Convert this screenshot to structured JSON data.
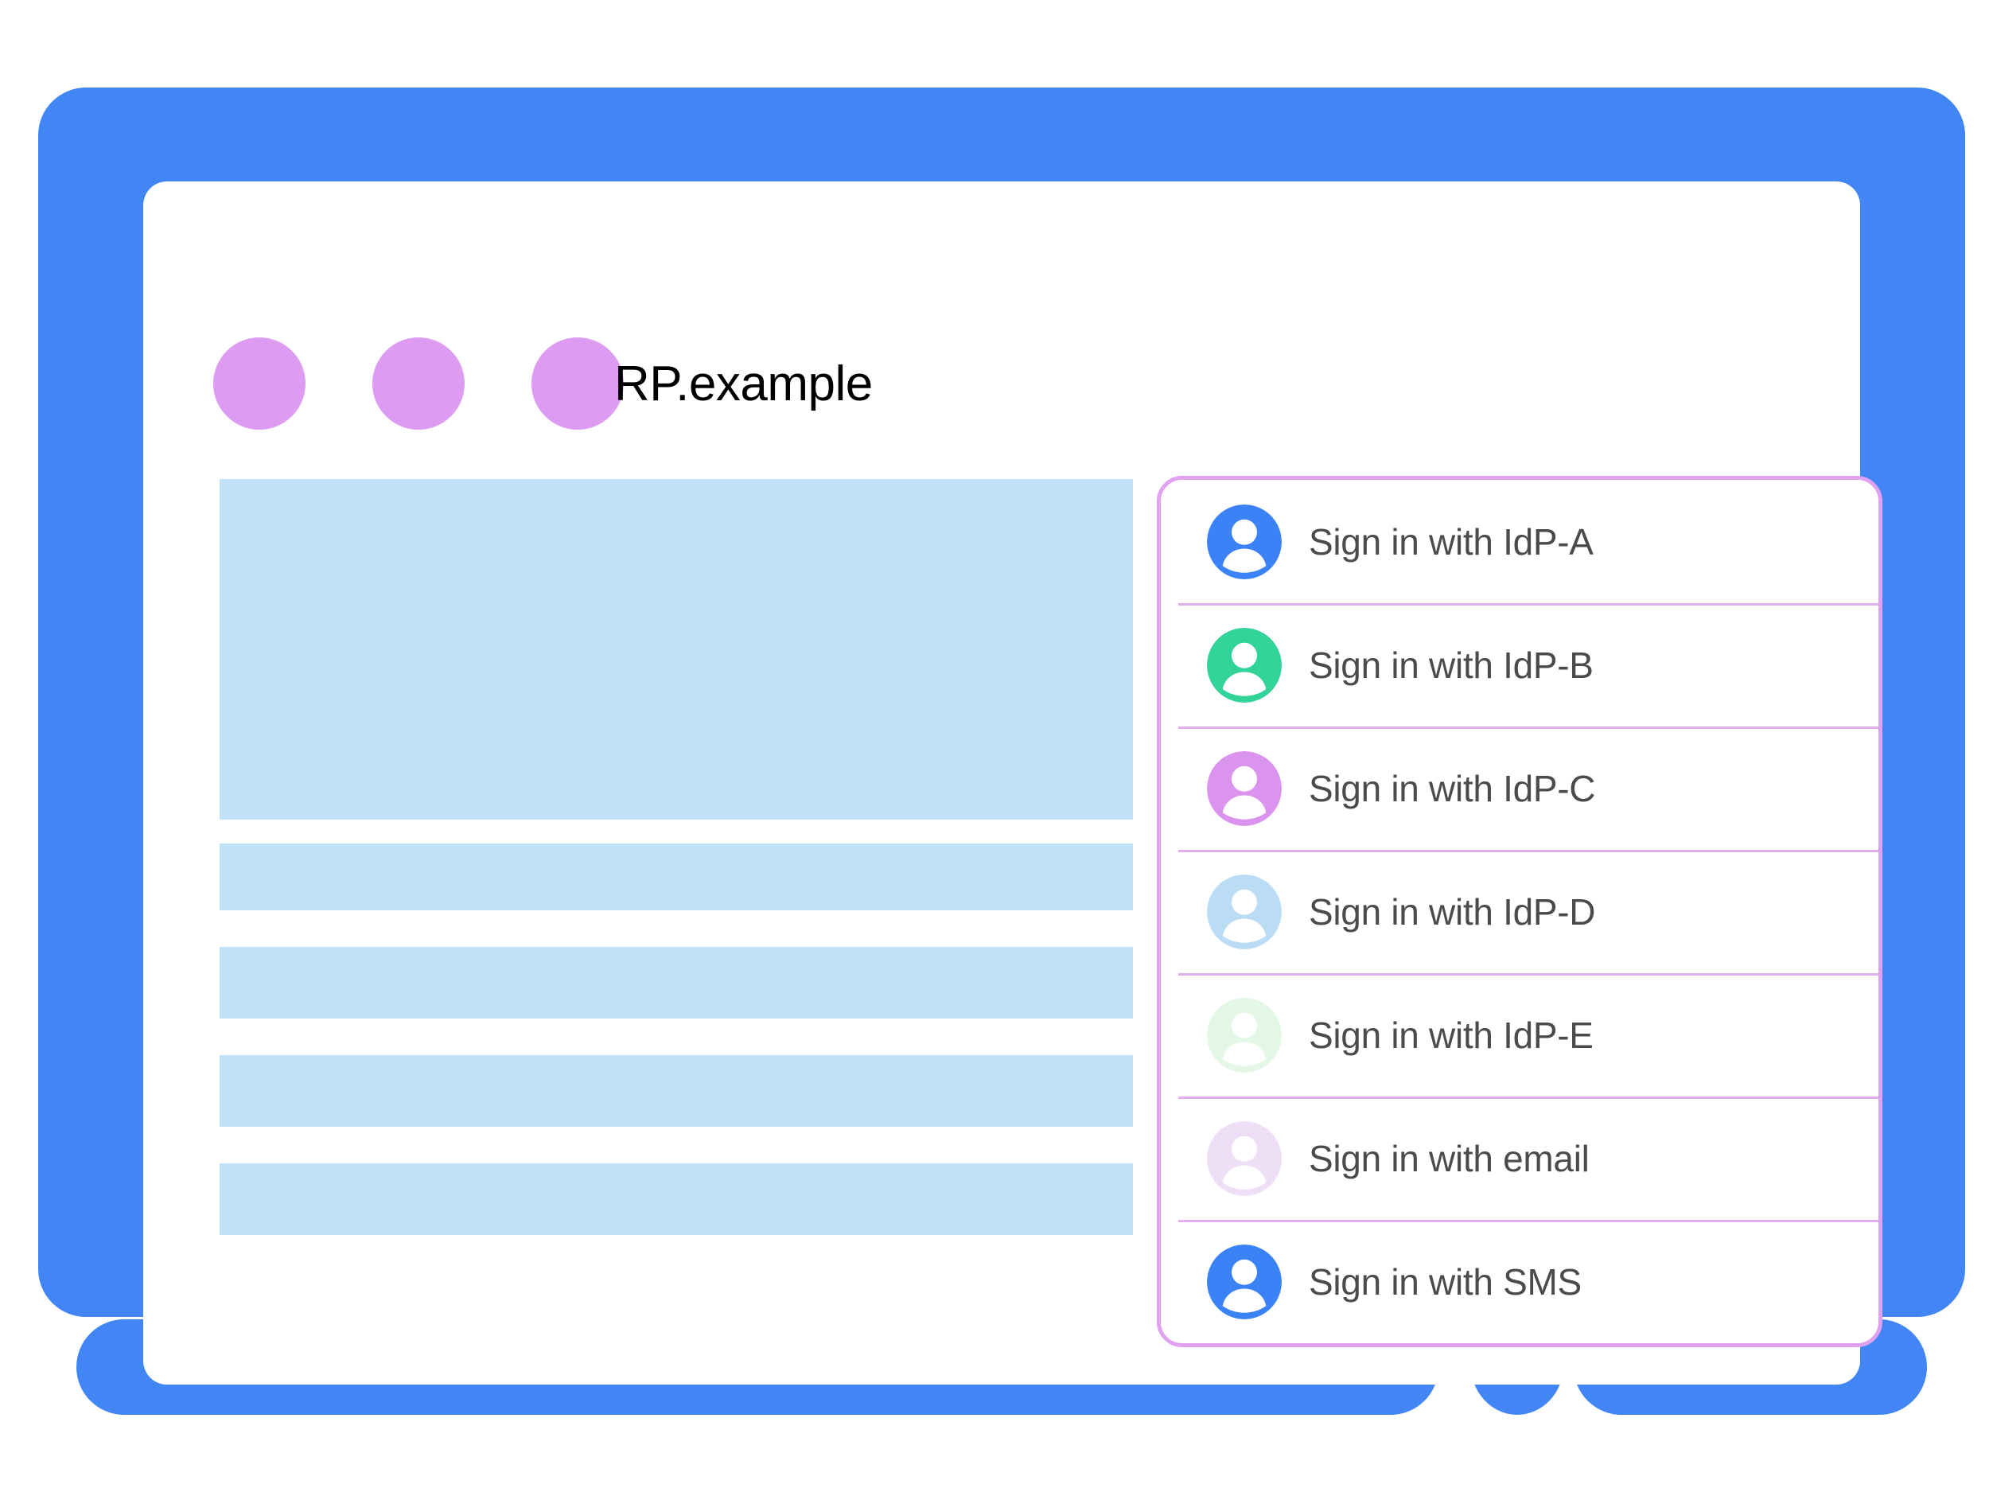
{
  "window": {
    "title": "RP.example",
    "dots": [
      "window-dot-1",
      "window-dot-2",
      "window-dot-3"
    ]
  },
  "colors": {
    "frame_blue": "#4285F4",
    "window_dot_purple": "#DE9BF2",
    "placeholder_blue": "#BFE1F5",
    "panel_border": "#E0A2F0",
    "divider": "#E3AEEF",
    "label_text": "#4B4B4B",
    "title_text": "#000000"
  },
  "content_placeholders": [
    {
      "name": "content-block",
      "kind": "block"
    },
    {
      "name": "content-bar-1",
      "kind": "bar"
    },
    {
      "name": "content-bar-2",
      "kind": "bar"
    },
    {
      "name": "content-bar-3",
      "kind": "bar"
    },
    {
      "name": "content-bar-4",
      "kind": "bar"
    }
  ],
  "chooser": {
    "items": [
      {
        "label": "Sign in with IdP-A",
        "icon": "person-avatar-icon",
        "avatar_color": "#3B82F6"
      },
      {
        "label": "Sign in with IdP-B",
        "icon": "person-avatar-icon",
        "avatar_color": "#31D399"
      },
      {
        "label": "Sign in with IdP-C",
        "icon": "person-avatar-icon",
        "avatar_color": "#DB94EE"
      },
      {
        "label": "Sign in with IdP-D",
        "icon": "person-avatar-icon",
        "avatar_color": "#BADDF5"
      },
      {
        "label": "Sign in with IdP-E",
        "icon": "person-avatar-icon",
        "avatar_color": "#E3F7E7"
      },
      {
        "label": "Sign in with email",
        "icon": "person-avatar-icon",
        "avatar_color": "#EFDFF6"
      },
      {
        "label": "Sign in with SMS",
        "icon": "person-avatar-icon",
        "avatar_color": "#3B82F6"
      }
    ]
  }
}
